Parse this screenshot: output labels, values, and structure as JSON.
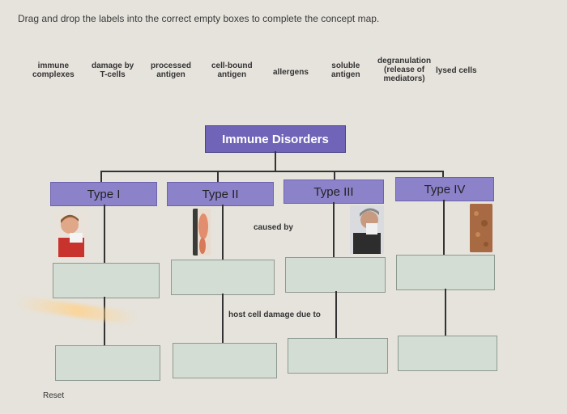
{
  "instructions": "Drag and drop the labels into the correct empty boxes to complete the concept map.",
  "labels": [
    {
      "text": "immune\ncomplexes"
    },
    {
      "text": "damage by\nT-cells"
    },
    {
      "text": "processed\nantigen"
    },
    {
      "text": "cell-bound\nantigen"
    },
    {
      "text": "allergens"
    },
    {
      "text": "soluble\nantigen"
    },
    {
      "text": "degranulation\n(release of\nmediators)"
    },
    {
      "text": "lysed cells"
    }
  ],
  "map": {
    "title": "Immune Disorders",
    "types": [
      {
        "label": "Type I"
      },
      {
        "label": "Type II"
      },
      {
        "label": "Type III"
      },
      {
        "label": "Type IV"
      }
    ],
    "connector_caused_by": "caused by",
    "connector_damage": "host cell damage due to"
  },
  "footer": {
    "reset_label": "Reset"
  },
  "icons": {
    "type1": "child-sneezing-photo",
    "type2": "cells-photo",
    "type3": "person-sneezing-photo",
    "type4": "skin-texture-photo"
  },
  "colors": {
    "title_box": "#6f64b8",
    "type_box": "#8c82c9",
    "drop_box": "#d3ddd4"
  }
}
